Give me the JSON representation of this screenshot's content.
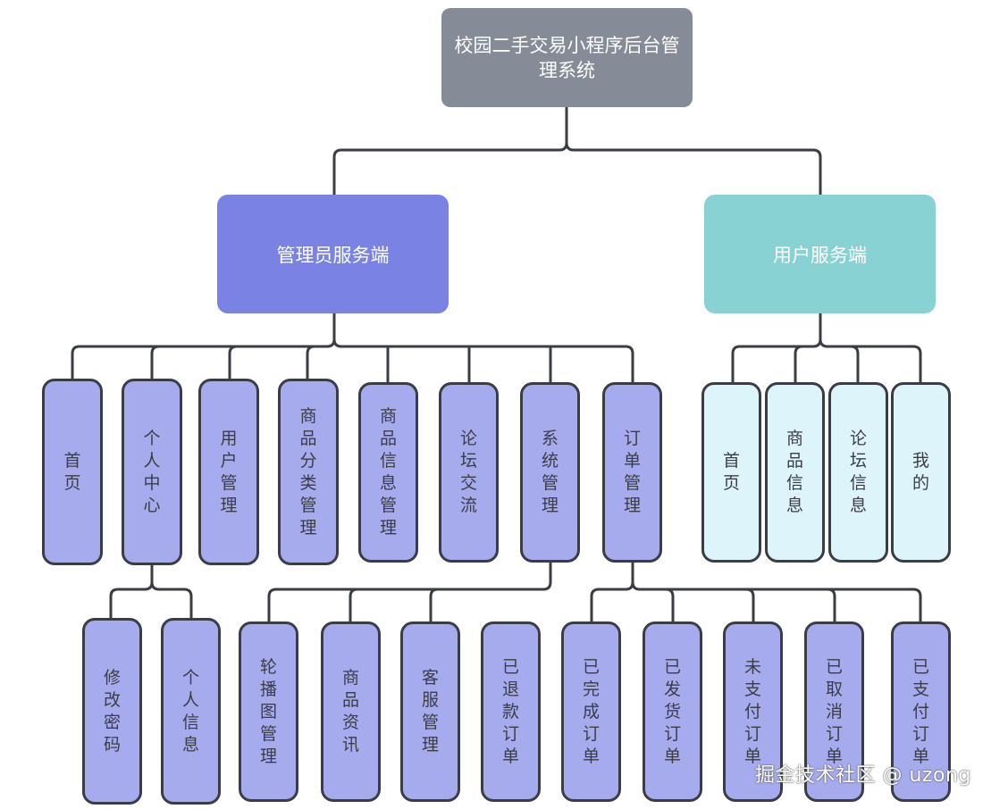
{
  "root": {
    "title": "校园二手交易小程序后台管理系统"
  },
  "admin": {
    "title": "管理员服务端",
    "children": [
      {
        "label": "首页"
      },
      {
        "label": "个人中心",
        "children": [
          {
            "label": "修改密码"
          },
          {
            "label": "个人信息"
          }
        ]
      },
      {
        "label": "用户管理"
      },
      {
        "label": "商品分类管理"
      },
      {
        "label": "商品信息管理"
      },
      {
        "label": "论坛交流"
      },
      {
        "label": "系统管理",
        "children": [
          {
            "label": "轮播图管理"
          },
          {
            "label": "商品资讯"
          },
          {
            "label": "客服管理"
          },
          {
            "label": "已退款订单"
          }
        ]
      },
      {
        "label": "订单管理",
        "children": [
          {
            "label": "已完成订单"
          },
          {
            "label": "已发货订单"
          },
          {
            "label": "未支付订单"
          },
          {
            "label": "已取消订单"
          },
          {
            "label": "已支付订单"
          }
        ]
      }
    ]
  },
  "user": {
    "title": "用户服务端",
    "children": [
      {
        "label": "首页"
      },
      {
        "label": "商品信息"
      },
      {
        "label": "论坛信息"
      },
      {
        "label": "我的"
      }
    ]
  },
  "watermark": "掘金技术社区 @ uzong",
  "colors": {
    "root": "#858c98",
    "admin": "#7a83e4",
    "user": "#89d2d4",
    "leaf_admin": "#a6abee",
    "leaf_user": "#def4fb",
    "line": "#3b3d45"
  }
}
